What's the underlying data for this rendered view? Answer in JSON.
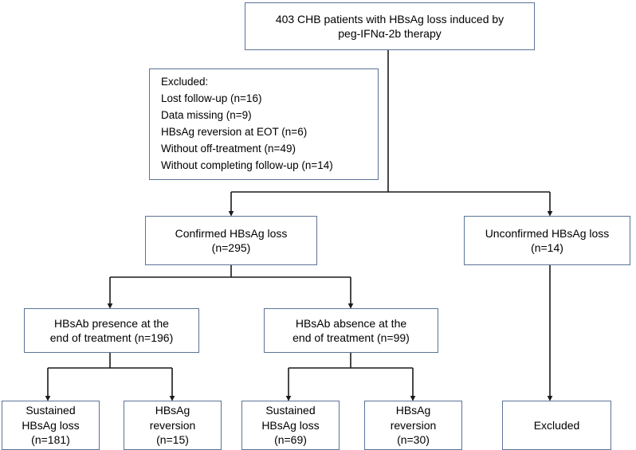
{
  "diagram": {
    "title": "CHB patient HBsAg loss study flow diagram",
    "type": "flowchart",
    "accent_border_color": "#5b7397",
    "line_color": "#1a1a1a",
    "background_color": "#ffffff"
  },
  "nodes": {
    "enrolled": {
      "label": "403 CHB patients with HBsAg loss induced by\npeg-IFNα-2b therapy",
      "count": 403
    },
    "excluded_criteria": {
      "label": "Excluded:\nLost follow-up (n=16)\nData missing (n=9)\nHBsAg reversion at EOT (n=6)\nWithout off-treatment (n=49)\nWithout completing follow-up (n=14)",
      "heading": "Excluded:",
      "items": [
        {
          "reason": "Lost follow-up",
          "n": 16
        },
        {
          "reason": "Data missing",
          "n": 9
        },
        {
          "reason": "HBsAg reversion at EOT",
          "n": 6
        },
        {
          "reason": "Without off-treatment",
          "n": 49
        },
        {
          "reason": "Without completing follow-up",
          "n": 14
        }
      ]
    },
    "confirmed_loss": {
      "label": "Confirmed HBsAg loss\n(n=295)",
      "count": 295
    },
    "unconfirmed_loss": {
      "label": "Unconfirmed HBsAg loss\n(n=14)",
      "count": 14
    },
    "hbsab_presence": {
      "label": "HBsAb presence at the\nend of treatment (n=196)",
      "count": 196
    },
    "hbsab_absence": {
      "label": "HBsAb absence at the\nend of treatment (n=99)",
      "count": 99
    },
    "sustained_loss_presence": {
      "label": "Sustained\nHBsAg loss\n(n=181)",
      "count": 181
    },
    "reversion_presence": {
      "label": "HBsAg\nreversion\n(n=15)",
      "count": 15
    },
    "sustained_loss_absence": {
      "label": "Sustained\nHBsAg loss\n(n=69)",
      "count": 69
    },
    "reversion_absence": {
      "label": "HBsAg\nreversion\n(n=30)",
      "count": 30
    },
    "excluded_terminal": {
      "label": "Excluded"
    }
  }
}
